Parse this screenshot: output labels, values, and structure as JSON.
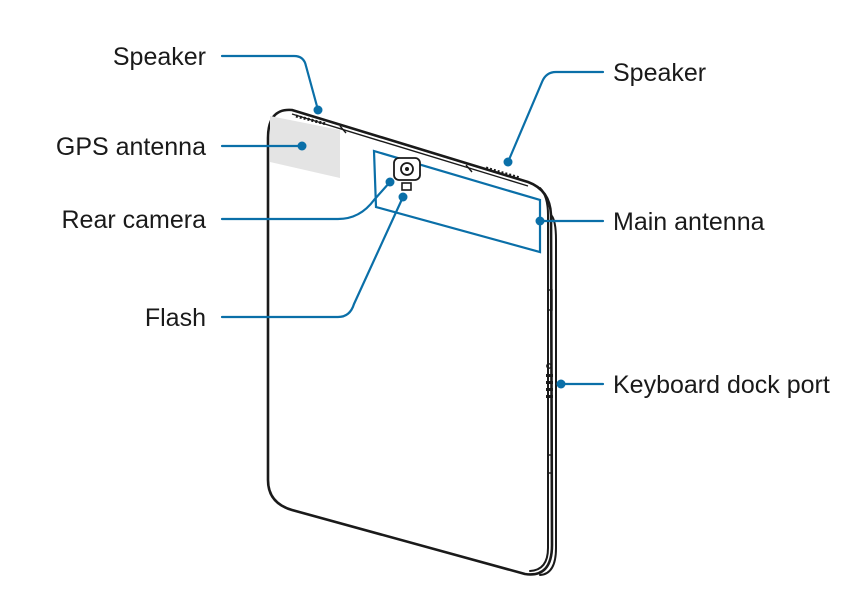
{
  "labels": {
    "speaker_left": "Speaker",
    "speaker_right": "Speaker",
    "gps_antenna": "GPS antenna",
    "rear_camera": "Rear camera",
    "flash": "Flash",
    "main_antenna": "Main antenna",
    "keyboard_dock_port": "Keyboard dock port"
  },
  "colors": {
    "callout": "#0a6fa8",
    "gps_fill": "#e4e4e4",
    "outline": "#1a1a1a"
  }
}
